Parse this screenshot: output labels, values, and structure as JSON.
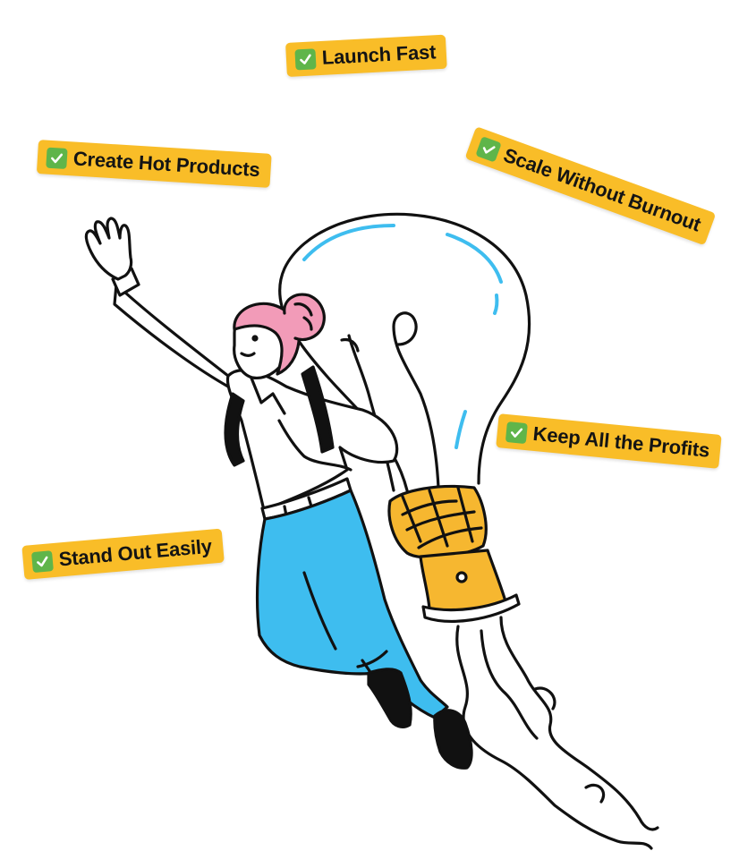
{
  "colors": {
    "tag_background": "#F9BD28",
    "checkbox_green": "#5FB54A",
    "check_mark": "#ffffff",
    "text": "#141414",
    "outline": "#111111",
    "hair": "#F29BB8",
    "pants": "#3EBDEF",
    "rocket_band": "#F6B730",
    "bulb_highlight": "#3EBDEF"
  },
  "tags": {
    "launch_fast": {
      "label": "Launch Fast",
      "icon": "check-box-icon"
    },
    "create_hot_products": {
      "label": "Create Hot Products",
      "icon": "check-box-icon"
    },
    "scale_without_burnout": {
      "label": "Scale Without Burnout",
      "icon": "check-box-icon"
    },
    "keep_all_the_profits": {
      "label": "Keep All the Profits",
      "icon": "check-box-icon"
    },
    "stand_out_easily": {
      "label": "Stand Out Easily",
      "icon": "check-box-icon"
    }
  },
  "illustration": {
    "subject": "woman-flying-with-lightbulb-rocket"
  }
}
